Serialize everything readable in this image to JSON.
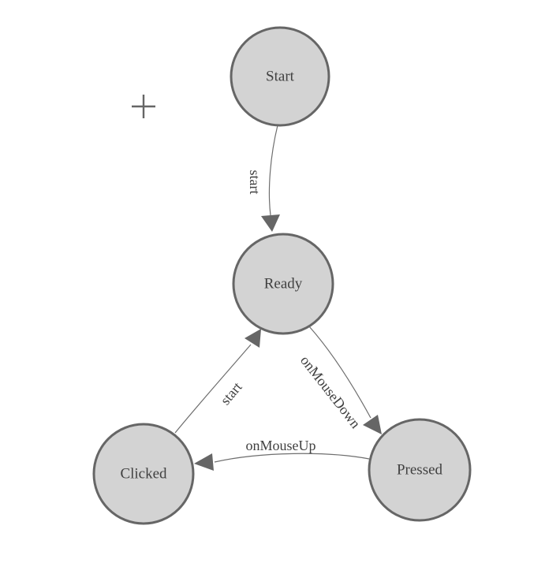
{
  "diagram": {
    "type": "state-machine",
    "background": "#ffffff",
    "colors": {
      "node_fill": "#d3d3d3",
      "node_stroke": "#666666",
      "edge_stroke": "#6e6e6e",
      "arrow_fill": "#666666",
      "label_color": "#404040",
      "cursor_color": "#666666"
    },
    "cursor_icon": "plus-crosshair",
    "nodes": [
      {
        "id": "start",
        "label": "Start"
      },
      {
        "id": "ready",
        "label": "Ready"
      },
      {
        "id": "clicked",
        "label": "Clicked"
      },
      {
        "id": "pressed",
        "label": "Pressed"
      }
    ],
    "edges": [
      {
        "from": "Start",
        "to": "Ready",
        "label": "start"
      },
      {
        "from": "Clicked",
        "to": "Ready",
        "label": "start"
      },
      {
        "from": "Ready",
        "to": "Pressed",
        "label": "onMouseDown"
      },
      {
        "from": "Pressed",
        "to": "Clicked",
        "label": "onMouseUp"
      }
    ]
  }
}
